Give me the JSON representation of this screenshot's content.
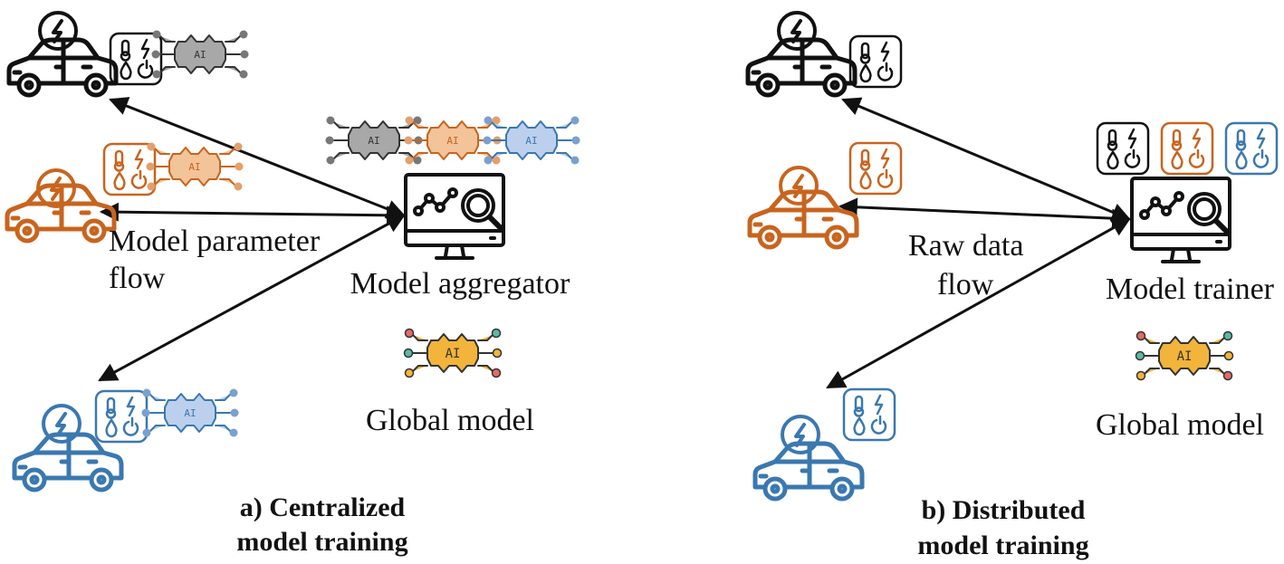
{
  "left": {
    "caption_line1": "a) Centralized",
    "caption_line2": "model training",
    "flow_label_line1": "Model parameter",
    "flow_label_line2": "flow",
    "server_label": "Model aggregator",
    "global_label": "Global model"
  },
  "right": {
    "caption_line1": "b) Distributed",
    "caption_line2": "model training",
    "flow_label_line1": "Raw data",
    "flow_label_line2": "flow",
    "server_label": "Model trainer",
    "global_label": "Global model"
  },
  "ai_text": "AI",
  "colors": {
    "black": "#111111",
    "orange": "#c8641e",
    "blue": "#3a78b0",
    "gray_fill": "#a8a8a8",
    "orange_fill": "#f3c39a",
    "blue_fill": "#bcd0ee",
    "gold": "#f2b43a",
    "teal": "#5cb8a4",
    "pink": "#e36a6a"
  },
  "icons": [
    "electric-car-icon",
    "sensor-data-icon",
    "ai-chip-icon",
    "monitor-analytics-icon"
  ]
}
